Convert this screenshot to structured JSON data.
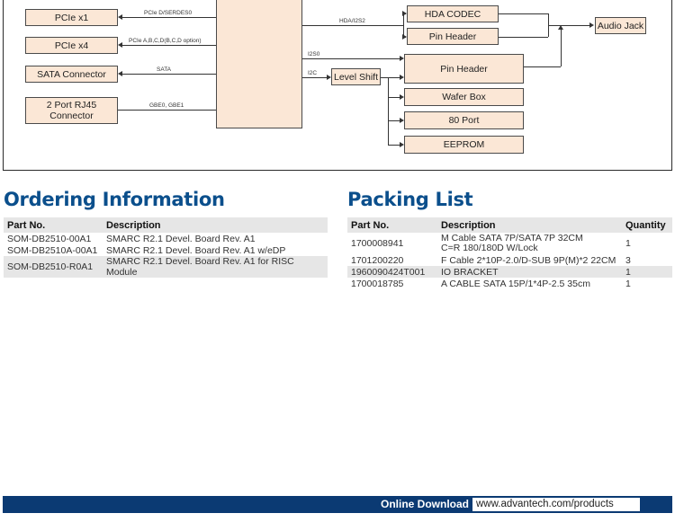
{
  "diagram": {
    "left_blocks": [
      "PCIe x1",
      "PCIe x4",
      "SATA Connector",
      "2 Port RJ45 Connector"
    ],
    "left_labels": [
      "PCIe D/SERDES0",
      "PCIe A,B,C,D(B,C,D option)",
      "SATA",
      "GBE0, GBE1"
    ],
    "hda_label": "HDA/I2S2",
    "i2s0_label": "I2S0",
    "i2c_label": "I2C",
    "hda_codec": "HDA CODEC",
    "pin_header_top": "Pin Header",
    "audio_jack": "Audio Jack",
    "level_shift": "Level Shift",
    "pin_header": "Pin Header",
    "wafer_box": "Wafer Box",
    "port80": "80 Port",
    "eeprom": "EEPROM"
  },
  "ordering": {
    "title": "Ordering Information",
    "headers": [
      "Part No.",
      "Description"
    ],
    "rows": [
      [
        "SOM-DB2510-00A1",
        "SMARC R2.1 Devel. Board Rev. A1"
      ],
      [
        "SOM-DB2510A-00A1",
        "SMARC R2.1 Devel. Board Rev. A1 w/eDP"
      ],
      [
        "SOM-DB2510-R0A1",
        "SMARC R2.1 Devel. Board Rev. A1 for RISC Module"
      ]
    ]
  },
  "packing": {
    "title": "Packing List",
    "headers": [
      "Part No.",
      "Description",
      "Quantity"
    ],
    "rows": [
      [
        "1700008941",
        "M Cable SATA 7P/SATA 7P 32CM C=R 180/180D W/Lock",
        "1"
      ],
      [
        "1701200220",
        "F Cable 2*10P-2.0/D-SUB 9P(M)*2 22CM",
        "3"
      ],
      [
        "1960090424T001",
        "IO BRACKET",
        "1"
      ],
      [
        "1700018785",
        "A CABLE SATA 15P/1*4P-2.5 35cm",
        "1"
      ]
    ]
  },
  "footer": {
    "label": "Online Download",
    "url": "www.advantech.com/products"
  }
}
